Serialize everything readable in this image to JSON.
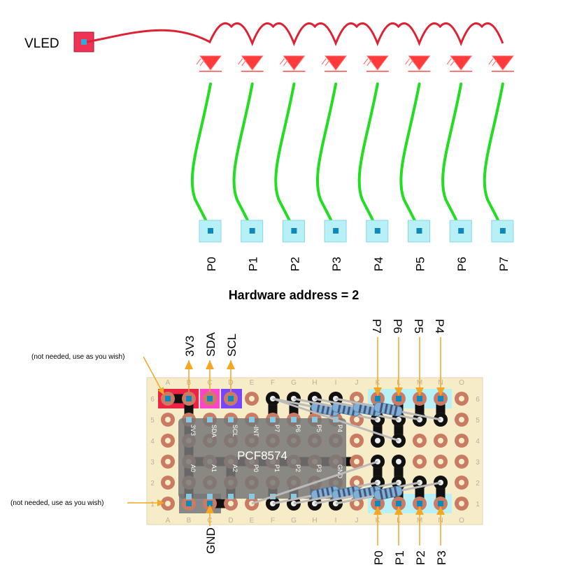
{
  "vled_label": "VLED",
  "led_outputs": [
    "P0",
    "P1",
    "P2",
    "P3",
    "P4",
    "P5",
    "P6",
    "P7"
  ],
  "title": "Hardware address = 2",
  "chip": {
    "name": "PCF8574",
    "top_pins": [
      "3V3",
      "SDA",
      "SCL",
      "-INT",
      "P7",
      "P6",
      "P5",
      "P4"
    ],
    "bottom_pins": [
      "A0",
      "A1",
      "A2",
      "P0",
      "P1",
      "P2",
      "P3",
      "GND"
    ]
  },
  "board": {
    "columns": [
      "A",
      "B",
      "C",
      "D",
      "E",
      "F",
      "G",
      "H",
      "I",
      "J",
      "K",
      "L",
      "M",
      "N",
      "O"
    ],
    "rows": [
      "6",
      "5",
      "4",
      "3",
      "2",
      "1"
    ]
  },
  "top_signals": [
    "3V3",
    "SDA",
    "SCL"
  ],
  "output_top": [
    "P7",
    "P6",
    "P5",
    "P4"
  ],
  "output_bottom": [
    "P0",
    "P1",
    "P2",
    "P3"
  ],
  "gnd_label": "GND",
  "note_text": "(not needed, use as you wish)",
  "colors": {
    "led": "#ff3a3a",
    "wire_green": "#22dd22",
    "wire_red": "#dd2233",
    "arrow": "#f5a623",
    "board": "#f7ecc8",
    "pad": "#c97b63",
    "cyan_pad": "#b8f0f8",
    "chip": "#777777",
    "track": "#111111",
    "resistor": "#80b0d8",
    "red_zone": "#ee2244",
    "magenta_zone": "#ff44cc",
    "purple_zone": "#7744ff"
  }
}
